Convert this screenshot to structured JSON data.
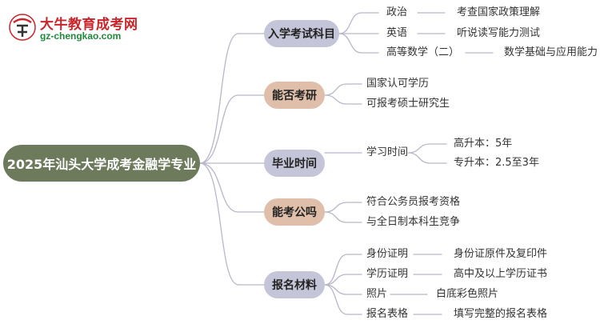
{
  "logo": {
    "title": "大牛教育成考网",
    "url": "gz-chengkao.com",
    "colors": {
      "title": "#c9252b",
      "url": "#1f8a3b"
    }
  },
  "root": {
    "label": "2025年汕头大学成考金融学专业",
    "color": "#6d7a5c"
  },
  "branches": [
    {
      "label": "入学考试科目",
      "items": [
        {
          "label": "政治",
          "detail": "考查国家政策理解"
        },
        {
          "label": "英语",
          "detail": "听说读写能力测试"
        },
        {
          "label": "高等数学（二）",
          "detail": "数学基础与应用能力"
        }
      ]
    },
    {
      "label": "能否考研",
      "items": [
        {
          "label": "国家认可学历"
        },
        {
          "label": "可报考硕士研究生"
        }
      ]
    },
    {
      "label": "毕业时间",
      "items": [
        {
          "label": "学习时间",
          "subitems": [
            "高升本：5年",
            "专升本：2.5至3年"
          ]
        }
      ]
    },
    {
      "label": "能考公吗",
      "items": [
        {
          "label": "符合公务员报考资格"
        },
        {
          "label": "与全日制本科生竞争"
        }
      ]
    },
    {
      "label": "报名材料",
      "items": [
        {
          "label": "身份证明",
          "detail": "身份证原件及复印件"
        },
        {
          "label": "学历证明",
          "detail": "高中及以上学历证书"
        },
        {
          "label": "照片",
          "detail": "白底彩色照片"
        },
        {
          "label": "报名表格",
          "detail": "填写完整的报名表格"
        }
      ]
    }
  ],
  "colors": {
    "category_blue": "#c5c5d9",
    "category_peach": "#dfbfaa",
    "line": "#b7b7c9"
  }
}
